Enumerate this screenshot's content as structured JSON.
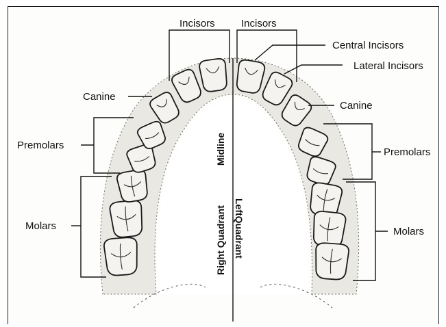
{
  "labels": {
    "incisors_right": "Incisors",
    "incisors_left": "Incisors",
    "central_incisors": "Central Incisors",
    "lateral_incisors": "Lateral Incisors",
    "canine_right": "Canine",
    "canine_left": "Canine",
    "premolars_right": "Premolars",
    "premolars_left": "Premolars",
    "molars_right": "Molars",
    "molars_left": "Molars",
    "midline": "Midline",
    "right_quadrant": "Right Quadrant",
    "left_quadrant": "LeftQuadrant"
  },
  "colors": {
    "line": "#111111",
    "tooth_fill": "#f4f3ef",
    "gum_fill": "#e9e8e3"
  }
}
